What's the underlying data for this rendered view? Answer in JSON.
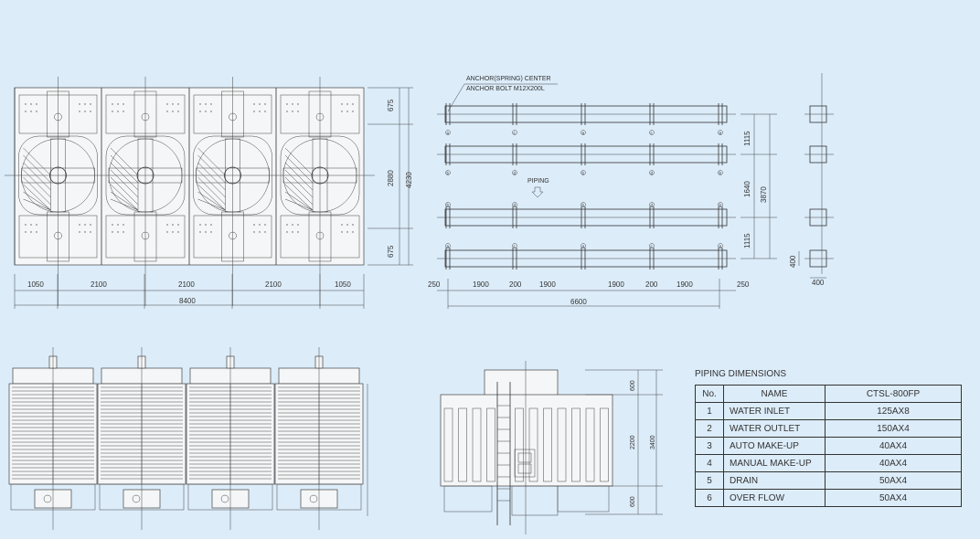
{
  "plan_view": {
    "dims_bottom": [
      "1050",
      "2100",
      "2100",
      "2100",
      "1050"
    ],
    "total_width": "8400",
    "dims_right": [
      "675",
      "2880",
      "675"
    ],
    "total_depth": "4230"
  },
  "foundation": {
    "note_line1": "ANCHOR(SPRING) CENTER",
    "note_line2": "ANCHOR BOLT M12X200L",
    "piping_label": "PIPING",
    "markers_row_a": [
      "a",
      "c",
      "a",
      "c",
      "a"
    ],
    "markers_row_b": [
      "b",
      "d",
      "b",
      "d",
      "b"
    ],
    "dims_bottom": [
      "250",
      "1900",
      "200",
      "1900",
      "1900",
      "200",
      "1900",
      "250"
    ],
    "total_width": "6600",
    "dims_right": [
      "1115",
      "1640",
      "1115"
    ],
    "total_depth": "3870",
    "pad_height": "400",
    "pad_width": "400"
  },
  "side_elevation": {
    "dims": [
      "600",
      "2200",
      "600"
    ],
    "total_height": "3400"
  },
  "piping_dimensions": {
    "title": "PIPING DIMENSIONS",
    "headers": [
      "No.",
      "NAME",
      "CTSL-800FP"
    ],
    "rows": [
      [
        "1",
        "WATER INLET",
        "125AX8"
      ],
      [
        "2",
        "WATER OUTLET",
        "150AX4"
      ],
      [
        "3",
        "AUTO MAKE-UP",
        "40AX4"
      ],
      [
        "4",
        "MANUAL MAKE-UP",
        "40AX4"
      ],
      [
        "5",
        "DRAIN",
        "50AX4"
      ],
      [
        "6",
        "OVER FLOW",
        "50AX4"
      ]
    ]
  }
}
